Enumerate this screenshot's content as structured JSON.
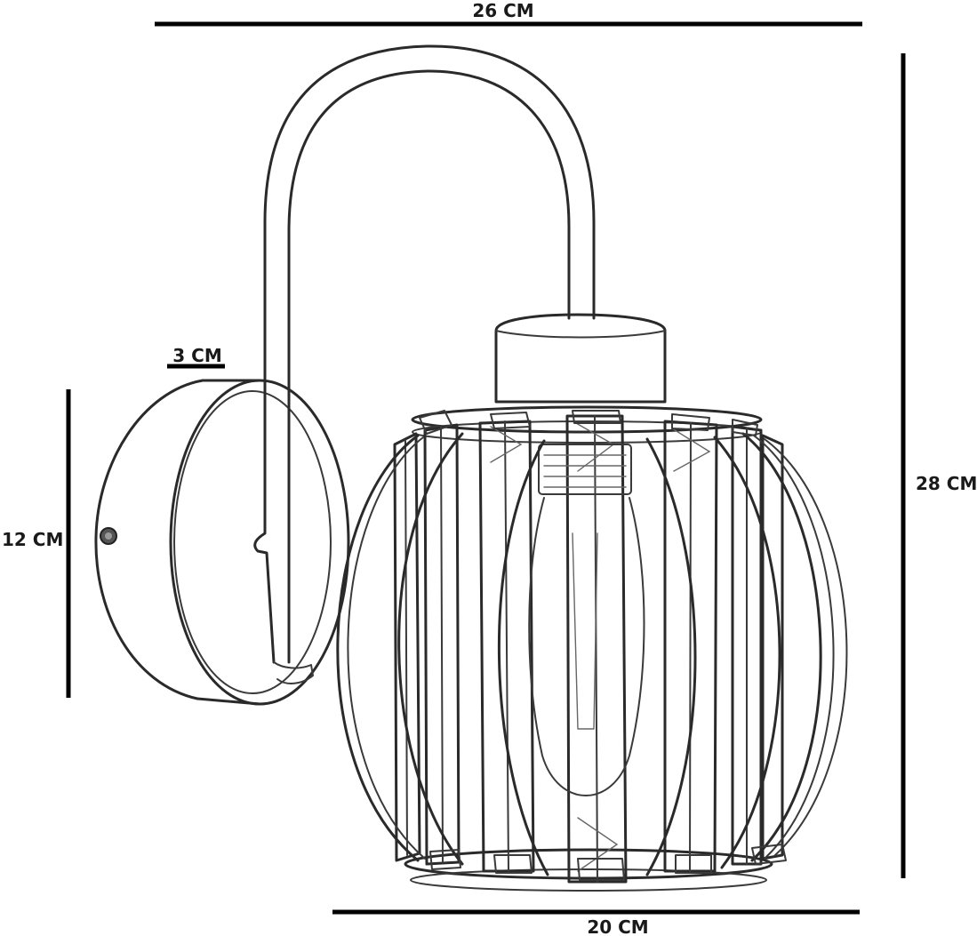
{
  "dimensions": {
    "overall_width": "26 CM",
    "overall_height": "28 CM",
    "shade_width": "20 CM",
    "base_height": "12 CM",
    "base_depth": "3 CM"
  },
  "colors": {
    "ink": "#2a2a2a",
    "dimension_line": "#000000",
    "background": "#ffffff"
  }
}
